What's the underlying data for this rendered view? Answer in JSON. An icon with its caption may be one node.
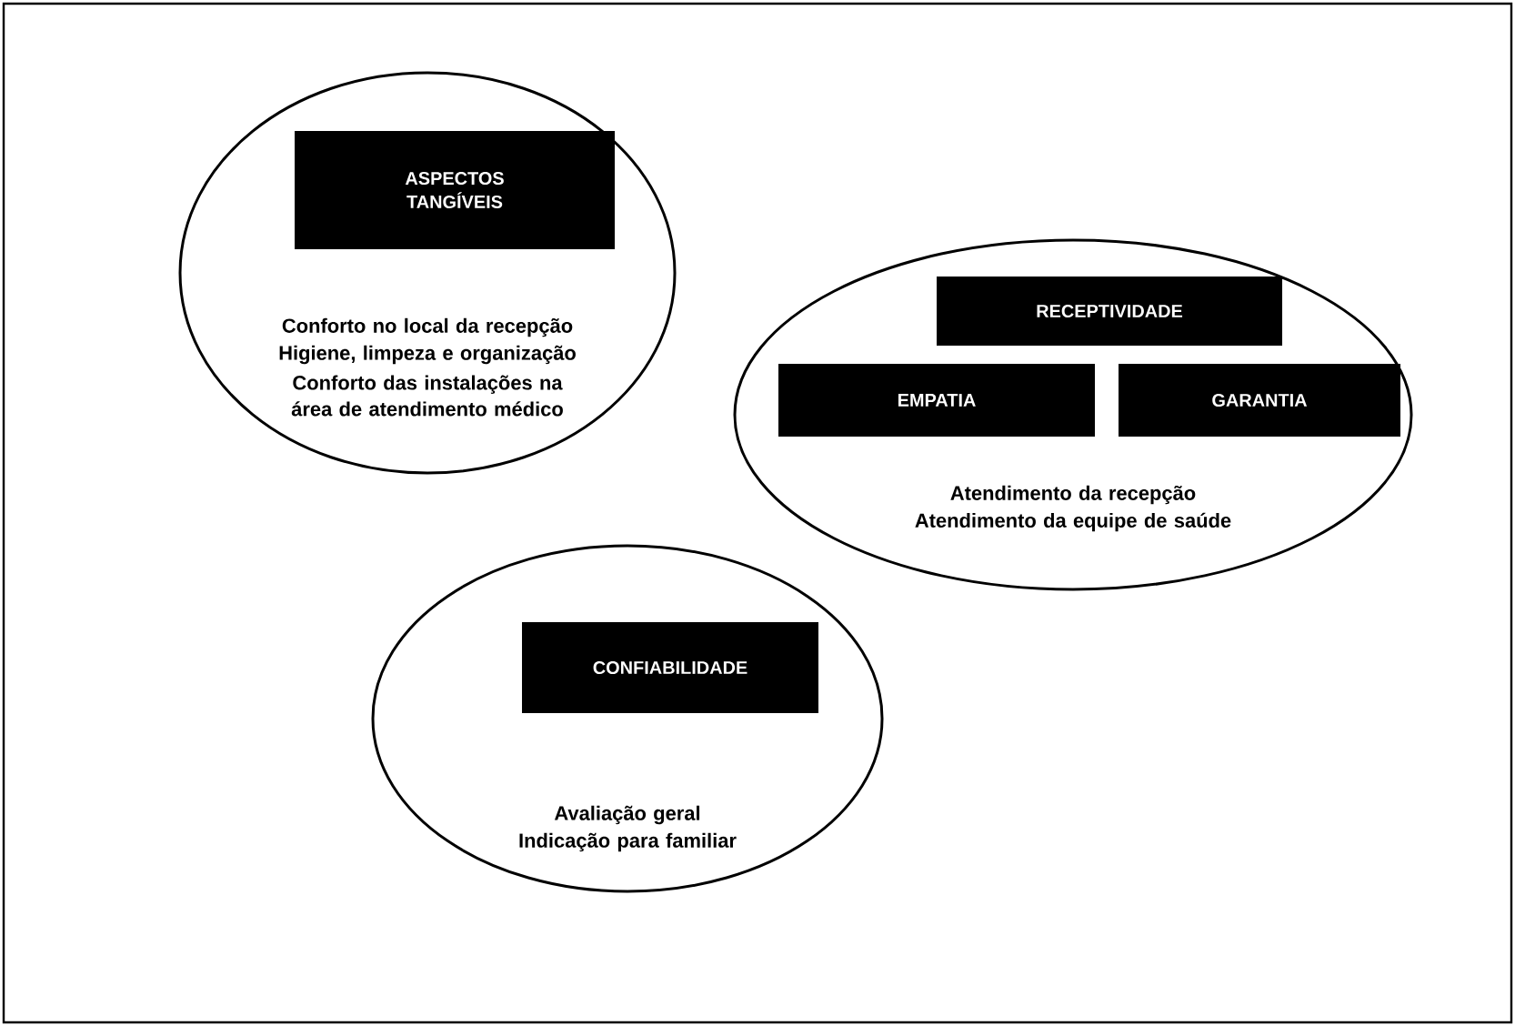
{
  "diagram": {
    "nodes": [
      {
        "text": [
          "Conforto no local da recepção",
          "Higiene, limpeza e organização",
          "Conforto das instalações na área de atendimento médico"
        ]
      },
      {
        "text": [
          "ASPECTOS TANGÍVEIS"
        ],
        "in": 0
      },
      {
        "text": [
          "Atendimento da recepção",
          "Atendimento da equipe de saúde"
        ]
      },
      {
        "text": [
          "RECEPTIVIDADE"
        ],
        "in": 2
      },
      {
        "text": [
          "EMPATIA"
        ],
        "in": 2
      },
      {
        "text": [
          "GARANTIA"
        ],
        "in": 2
      },
      {
        "text": [
          "Avaliação geral",
          "Indicação para familiar"
        ]
      },
      {
        "text": [
          "CONFIABILIDADE"
        ],
        "in": 6
      }
    ]
  }
}
